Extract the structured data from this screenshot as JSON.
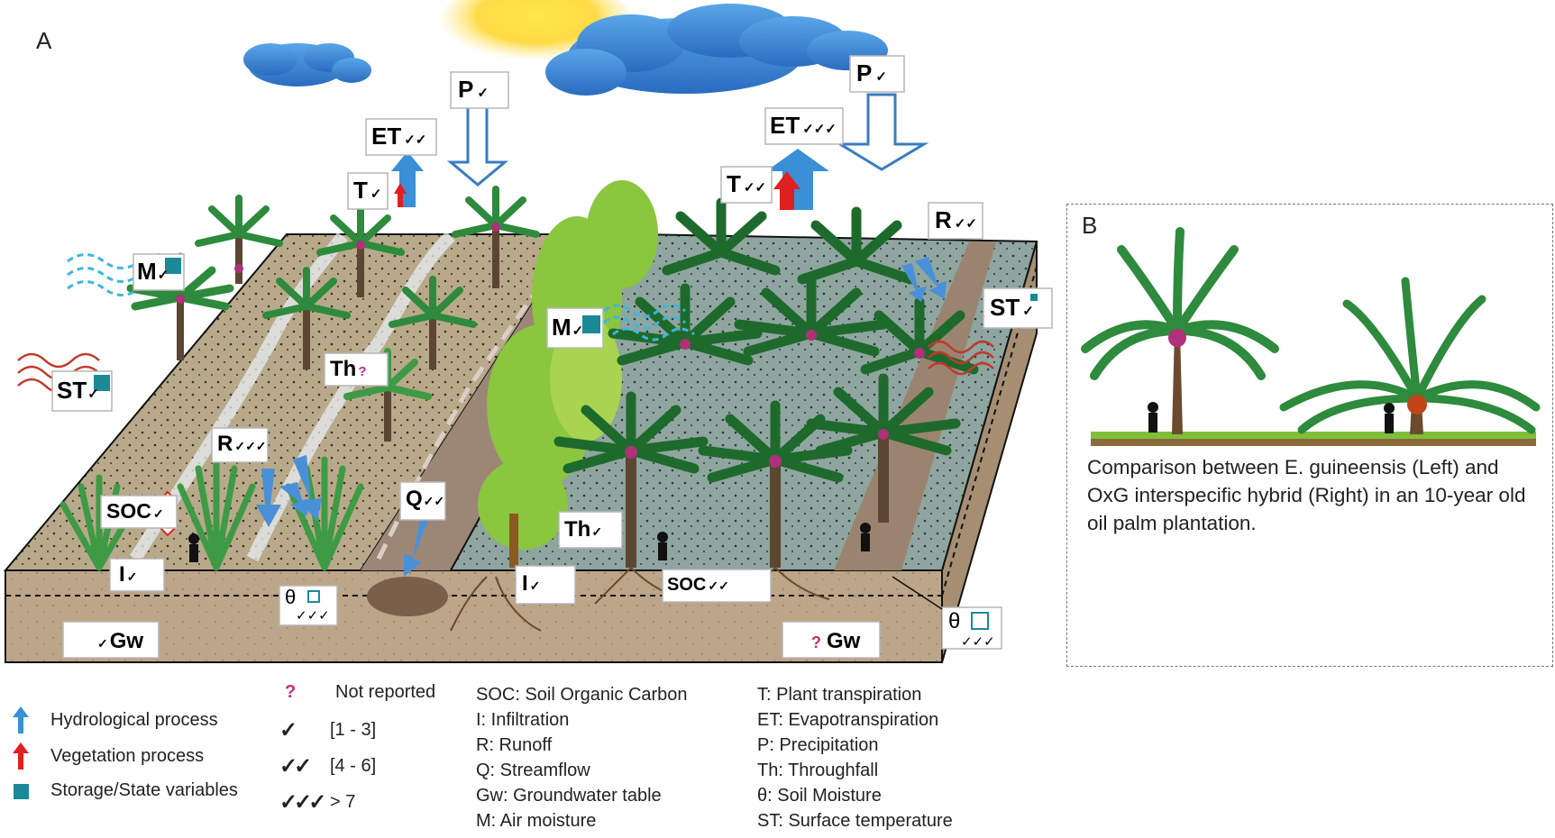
{
  "panel_a": {
    "label": "A",
    "tags": {
      "p_left": {
        "sym": "P",
        "ticks": "✓"
      },
      "p_right": {
        "sym": "P",
        "ticks": "✓"
      },
      "et_left": {
        "sym": "ET",
        "ticks": "✓✓"
      },
      "et_right": {
        "sym": "ET",
        "ticks": "✓✓✓"
      },
      "t_left": {
        "sym": "T",
        "ticks": "✓"
      },
      "t_right": {
        "sym": "T",
        "ticks": "✓✓"
      },
      "r_right": {
        "sym": "R",
        "ticks": "✓✓"
      },
      "st_right": {
        "sym": "ST",
        "ticks": "✓"
      },
      "m_left": {
        "sym": "M",
        "ticks": "✓"
      },
      "m_right": {
        "sym": "M",
        "ticks": "✓"
      },
      "st_left": {
        "sym": "ST",
        "ticks": "✓"
      },
      "th_left": {
        "sym": "Th",
        "mark": "?"
      },
      "r_left": {
        "sym": "R",
        "ticks": "✓✓✓"
      },
      "soc_left": {
        "sym": "SOC",
        "ticks": "✓"
      },
      "i_left": {
        "sym": "I",
        "ticks": "✓"
      },
      "q_mid": {
        "sym": "Q",
        "ticks": "✓✓"
      },
      "th_right": {
        "sym": "Th",
        "ticks": "✓"
      },
      "i_right": {
        "sym": "I",
        "ticks": "✓"
      },
      "soc_right": {
        "sym": "SOC",
        "ticks": "✓✓"
      },
      "theta_left": {
        "sym": "θ",
        "ticks": "✓✓✓"
      },
      "theta_right": {
        "sym": "θ",
        "ticks": "✓✓✓"
      },
      "gw_left": {
        "sym": "Gw",
        "ticks": "✓"
      },
      "gw_right": {
        "sym": "Gw",
        "mark": "?"
      }
    }
  },
  "panel_b": {
    "label": "B",
    "caption": "Comparison between E. guineensis (Left) and OxG interspecific hybrid (Right) in an 10-year old oil palm plantation."
  },
  "legend": {
    "process_items": [
      {
        "label": "Hydrological process",
        "color": "#3a8fd6",
        "icon": "blue-arrow-icon"
      },
      {
        "label": "Vegetation process",
        "color": "#e02020",
        "icon": "red-arrow-icon"
      },
      {
        "label": "Storage/State variables",
        "color": "#1a8a96",
        "icon": "teal-square-icon"
      }
    ],
    "count_items": [
      {
        "symbol": "?",
        "label": "Not reported"
      },
      {
        "symbol": "✓",
        "label": "[1 - 3]"
      },
      {
        "symbol": "✓✓",
        "label": "[4 - 6]"
      },
      {
        "symbol": "✓✓✓",
        "label": "> 7"
      }
    ],
    "abbreviations_col1": [
      "SOC: Soil Organic Carbon",
      "I:  Infiltration",
      "R:  Runoff",
      "Q: Streamflow",
      "Gw:  Groundwater table",
      "M:  Air moisture"
    ],
    "abbreviations_col2": [
      "T: Plant transpiration",
      "ET:  Evapotranspiration",
      "P: Precipitation",
      "Th: Throughfall",
      "θ: Soil Moisture",
      "ST: Surface temperature"
    ]
  },
  "colors": {
    "hydro": "#3a8fd6",
    "vegetation": "#e02020",
    "storage": "#1a8a96",
    "not_reported": "#c0307a"
  }
}
